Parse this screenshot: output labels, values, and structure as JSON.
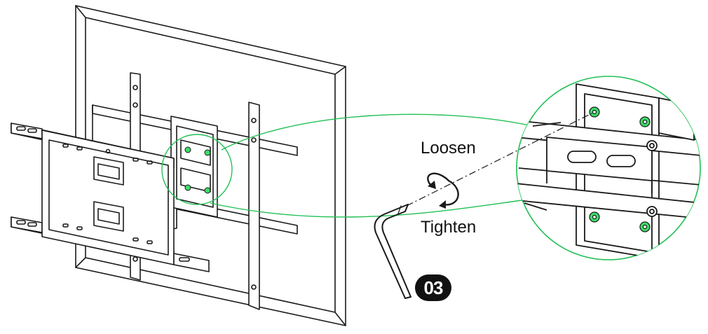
{
  "labels": {
    "loosen": "Loosen",
    "tighten": "Tighten",
    "step_number": "03"
  },
  "icons": {
    "rotation": "rotate-both-directions-icon",
    "tool": "allen-key-icon"
  },
  "colors": {
    "line": "#1a1a1a",
    "highlight": "#22c055",
    "screw_fill": "#3ddc6a",
    "badge_bg": "#111111",
    "badge_text": "#ffffff"
  }
}
